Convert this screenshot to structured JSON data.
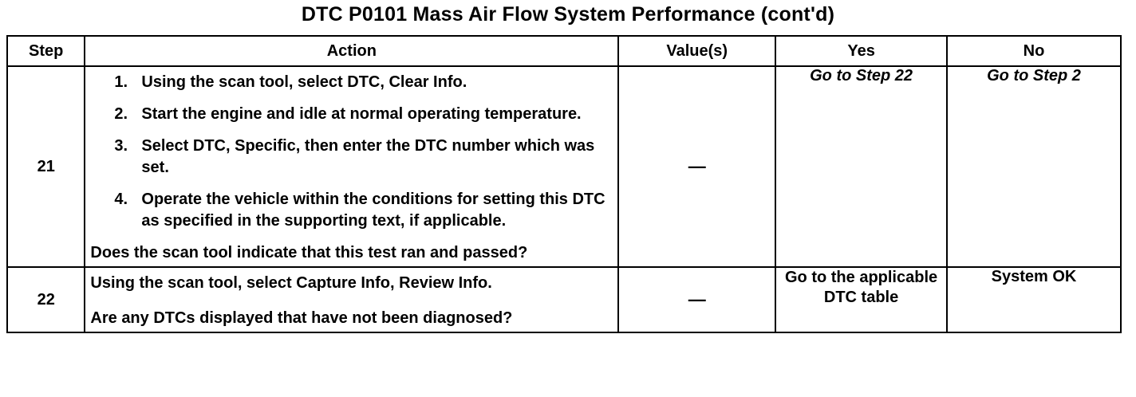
{
  "document": {
    "title": "DTC P0101 Mass Air Flow System Performance (cont'd)"
  },
  "table": {
    "headers": {
      "step": "Step",
      "action": "Action",
      "value": "Value(s)",
      "yes": "Yes",
      "no": "No"
    },
    "rows": [
      {
        "step": "21",
        "action_steps": [
          {
            "num": "1.",
            "text": "Using the scan tool, select DTC, Clear Info."
          },
          {
            "num": "2.",
            "text": "Start the engine and idle at normal operating temperature."
          },
          {
            "num": "3.",
            "text": "Select DTC, Specific, then enter the DTC number which was set."
          },
          {
            "num": "4.",
            "text": "Operate the vehicle within the conditions for setting this DTC as specified in the supporting text, if applicable."
          }
        ],
        "question": "Does the scan tool indicate that this test ran and passed?",
        "value": "—",
        "yes": "Go to Step 22",
        "no": "Go to Step 2"
      },
      {
        "step": "22",
        "action_line": "Using the scan tool, select Capture Info, Review Info.",
        "question": "Are any DTCs displayed that have not been diagnosed?",
        "value": "—",
        "yes": "Go to the applicable DTC table",
        "no": "System OK"
      }
    ]
  }
}
